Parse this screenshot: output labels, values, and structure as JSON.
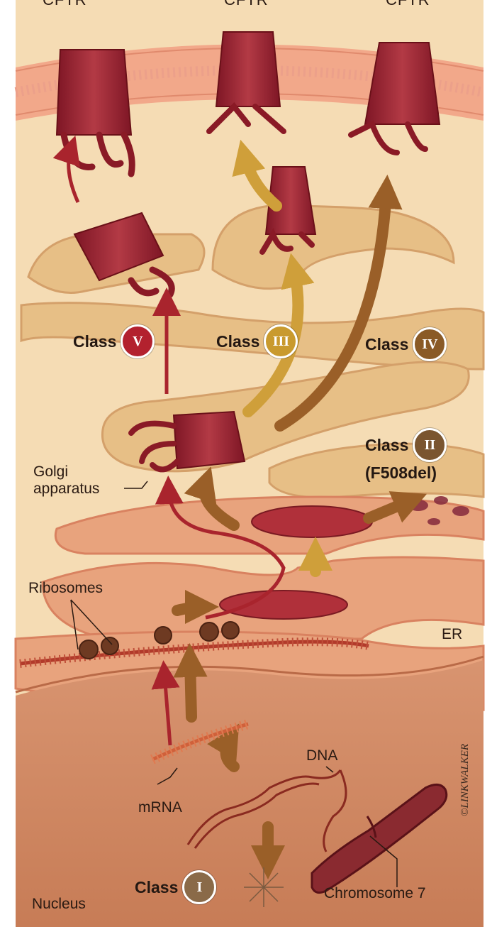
{
  "top_labels": [
    "CFTR",
    "CFTR",
    "CFTR"
  ],
  "labels": {
    "golgi_line1": "Golgi",
    "golgi_line2": "apparatus",
    "ribosomes": "Ribosomes",
    "er": "ER",
    "dna": "DNA",
    "mrna": "mRNA",
    "chromosome": "Chromosome 7",
    "nucleus": "Nucleus",
    "variant": "(F508del)",
    "signature": "©LINKWALKER"
  },
  "classes": [
    {
      "word": "Class",
      "numeral": "V",
      "color": "#b3212e"
    },
    {
      "word": "Class",
      "numeral": "III",
      "color": "#c99a2e"
    },
    {
      "word": "Class",
      "numeral": "IV",
      "color": "#8a5a26"
    },
    {
      "word": "Class",
      "numeral": "II",
      "color": "#7a5530"
    },
    {
      "word": "Class",
      "numeral": "I",
      "color": "#8a6a48"
    }
  ],
  "colors": {
    "membrane": "#f2a88a",
    "cytoplasm": "#f5dcb4",
    "golgi": "#e7bf86",
    "er": "#e8a37d",
    "nucleus": "#cd8560",
    "protein": "#9b2230",
    "arrow_red": "#a9242d",
    "arrow_gold": "#cf9f3a",
    "arrow_brown": "#9a5f28"
  }
}
